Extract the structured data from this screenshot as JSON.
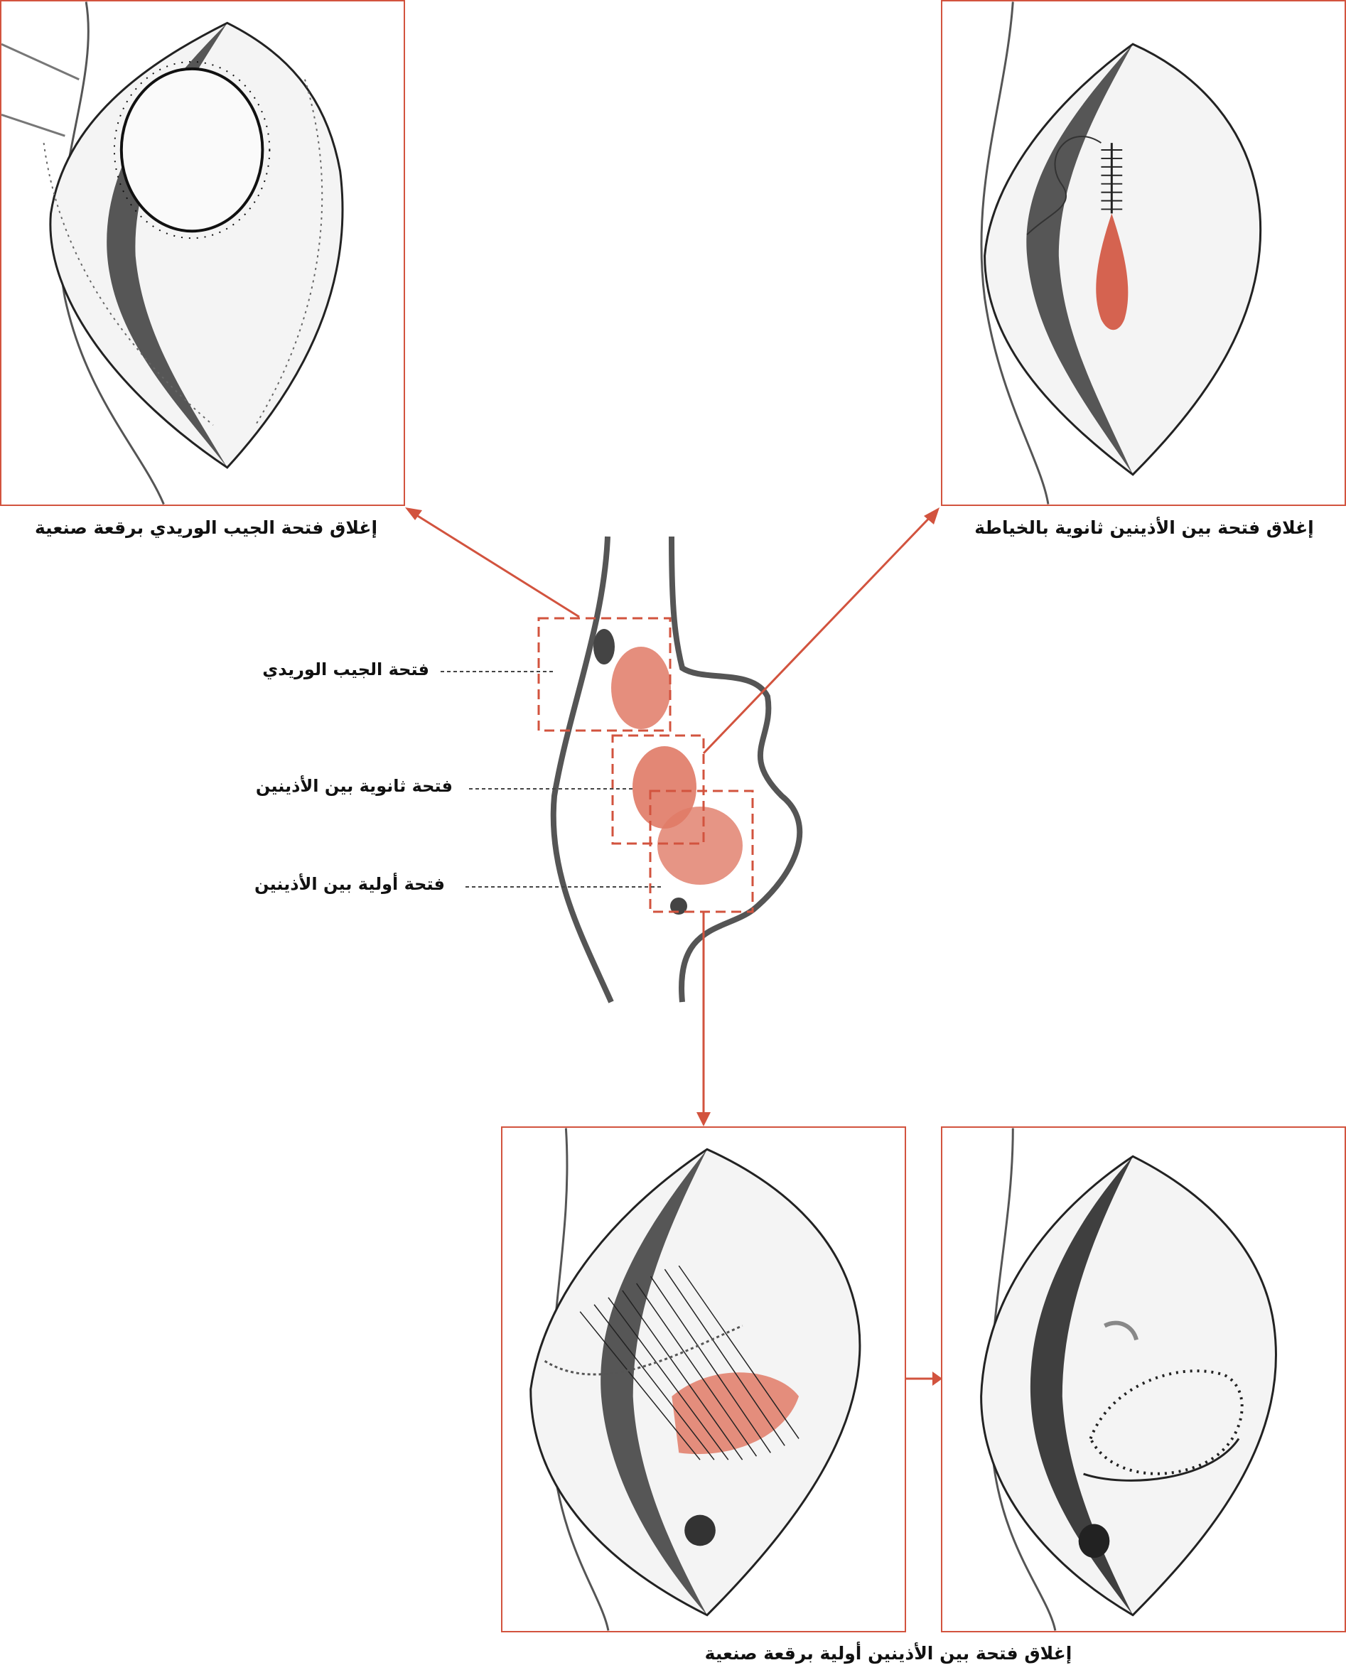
{
  "captions": {
    "top_left": "إغلاق فتحة الجيب الوريدي برقعة صنعية",
    "top_right": "إغلاق فتحة بين الأذينين ثانوية بالخياطة",
    "bottom": "إغلاق فتحة بين الأذينين أولية برقعة صنعية"
  },
  "labels": {
    "sinus_venosus": "فتحة الجيب الوريدي",
    "secundum": "فتحة ثانوية بين الأذينين",
    "primum": "فتحة أولية بين الأذينين"
  },
  "colors": {
    "frame": "#d2533e",
    "defect": "#e07a66",
    "tissue_dark": "#444444",
    "outline": "#333333"
  }
}
